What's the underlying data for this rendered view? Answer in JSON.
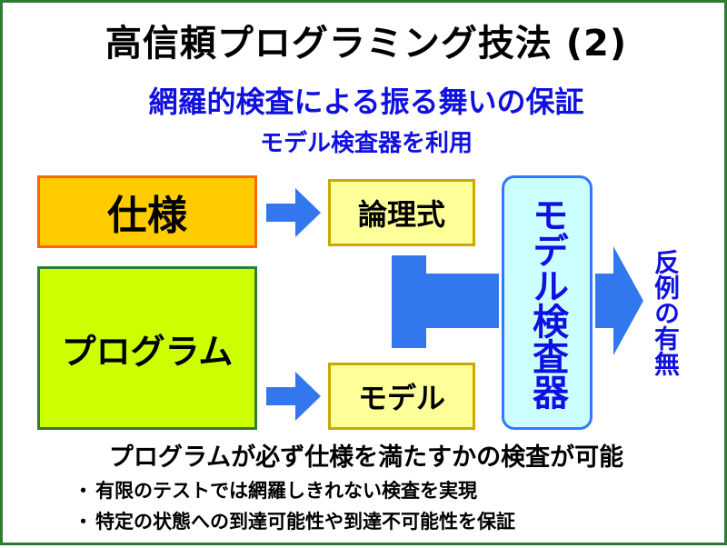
{
  "slide": {
    "title": "高信頼プログラミング技法 (2)",
    "subtitle": "網羅的検査による振る舞いの保証",
    "sub_subtitle": "モデル検査器を利用"
  },
  "diagram": {
    "spec_label": "仕様",
    "program_label": "プログラム",
    "formula_label": "論理式",
    "model_label": "モデル",
    "checker_label": "モデル検査器",
    "result_label": "反例の有無",
    "colors": {
      "spec_fill": "#ffcc00",
      "spec_border": "#ff6600",
      "program_fill": "#ccff00",
      "program_border": "#2e7d32",
      "intermediate_fill": "#ffff99",
      "checker_fill": "#ccffff",
      "arrow": "#3377ee",
      "accent_text": "#1010e0"
    }
  },
  "main_statement": "プログラムが必ず仕様を満たすかの検査が可能",
  "bullets": [
    {
      "mark": "・",
      "text": "有限のテストでは網羅しきれない検査を実現"
    },
    {
      "mark": "・",
      "text": "特定の状態への到達可能性や到達不可能性を保証"
    }
  ]
}
